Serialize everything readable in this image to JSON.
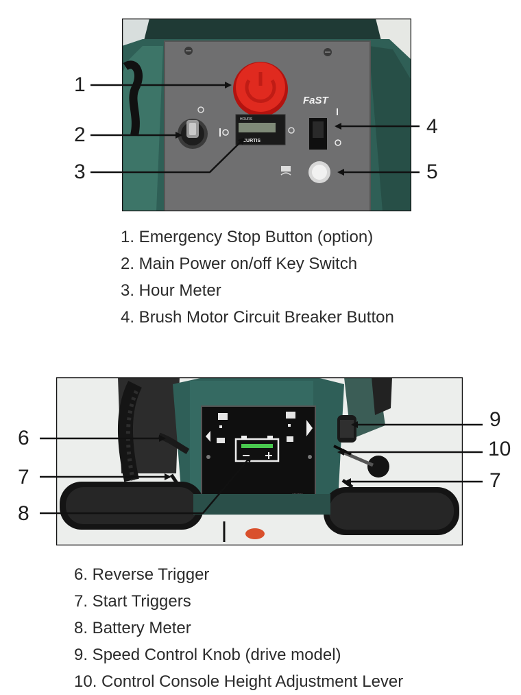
{
  "figure1": {
    "panel_brand": "FaST",
    "hour_meter_top_label": "HOURS",
    "hour_meter_brand": "CURTIS",
    "callouts": [
      "1",
      "2",
      "3",
      "4",
      "5"
    ],
    "legend": [
      "1. Emergency Stop Button (option)",
      "2. Main Power on/off Key Switch",
      "3. Hour Meter",
      "4. Brush Motor Circuit Breaker Button"
    ]
  },
  "figure2": {
    "panel_code": "1001562",
    "callouts": [
      "6",
      "7",
      "8",
      "9",
      "10",
      "7"
    ],
    "legend": [
      "6. Reverse Trigger",
      "7. Start Triggers",
      "8. Battery Meter",
      "9. Speed Control Knob (drive model)",
      "10. Control Console Height Adjustment Lever"
    ]
  }
}
